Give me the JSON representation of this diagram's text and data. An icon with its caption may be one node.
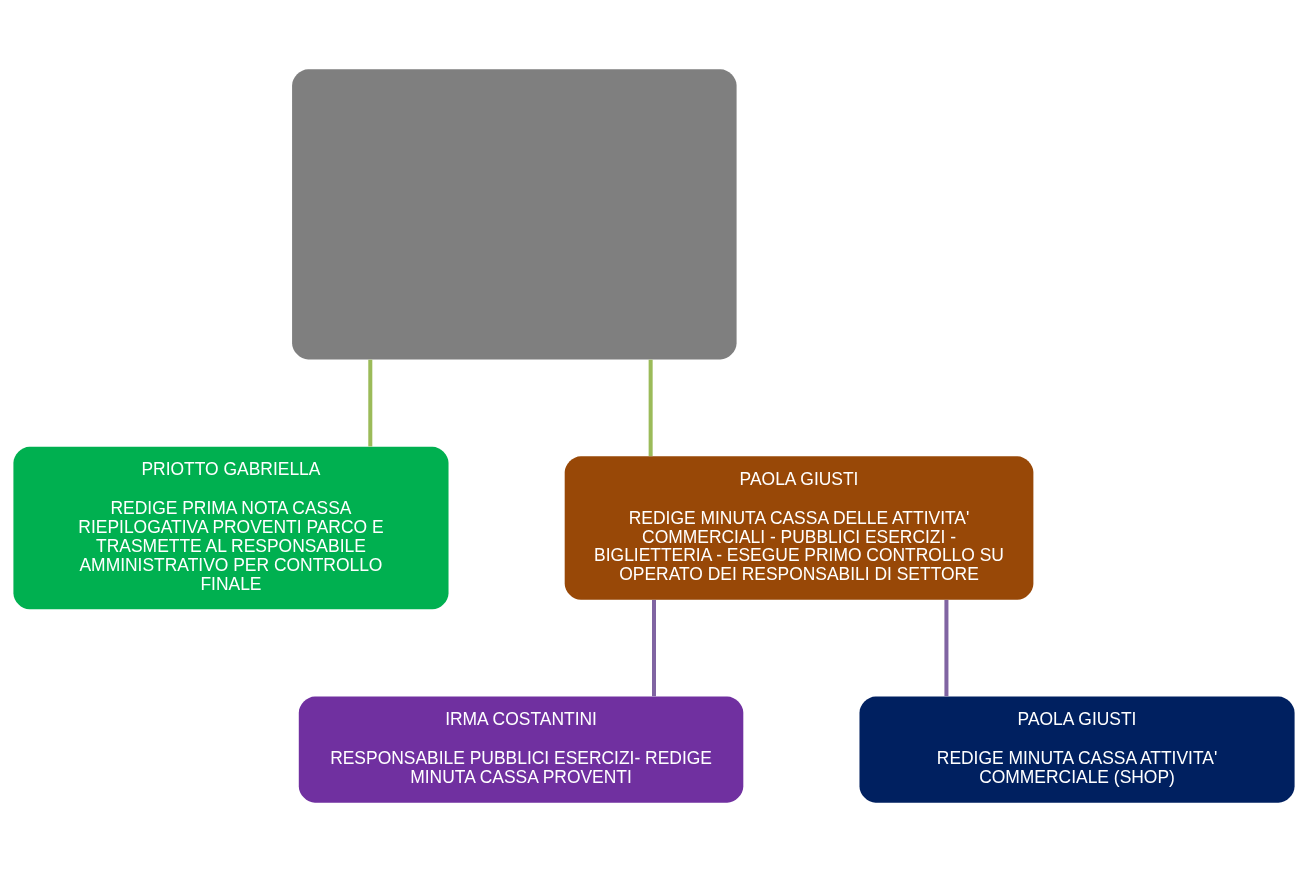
{
  "diagram": {
    "nodes": [
      {
        "text": [],
        "shape": "box"
      },
      {
        "text": [
          "PRIOTTO GABRIELLA",
          "REDIGE PRIMA NOTA CASSA RIEPILOGATIVA PROVENTI PARCO E TRASMETTE AL RESPONSABILE AMMINISTRATIVO PER CONTROLLO FINALE"
        ]
      },
      {
        "text": [
          "PAOLA GIUSTI",
          "REDIGE MINUTA CASSA DELLE ATTIVITA' COMMERCIALI - PUBBLICI ESERCIZI - BIGLIETTERIA - ESEGUE PRIMO CONTROLLO SU OPERATO DEI RESPONSABILI DI SETTORE"
        ]
      },
      {
        "text": [
          "IRMA COSTANTINI",
          "RESPONSABILE PUBBLICI ESERCIZI- REDIGE MINUTA CASSA PROVENTI"
        ]
      },
      {
        "text": [
          "PAOLA GIUSTI",
          "REDIGE MINUTA CASSA ATTIVITA' COMMERCIALE (SHOP)"
        ]
      }
    ],
    "edges": [
      {
        "from": 0,
        "to": 1,
        "arrow": "none",
        "color": "#9bbb59"
      },
      {
        "from": 0,
        "to": 2,
        "arrow": "none",
        "color": "#9bbb59"
      },
      {
        "from": 2,
        "to": 3,
        "arrow": "none",
        "color": "#8064a2"
      },
      {
        "from": 2,
        "to": 4,
        "arrow": "none",
        "color": "#8064a2"
      }
    ]
  }
}
